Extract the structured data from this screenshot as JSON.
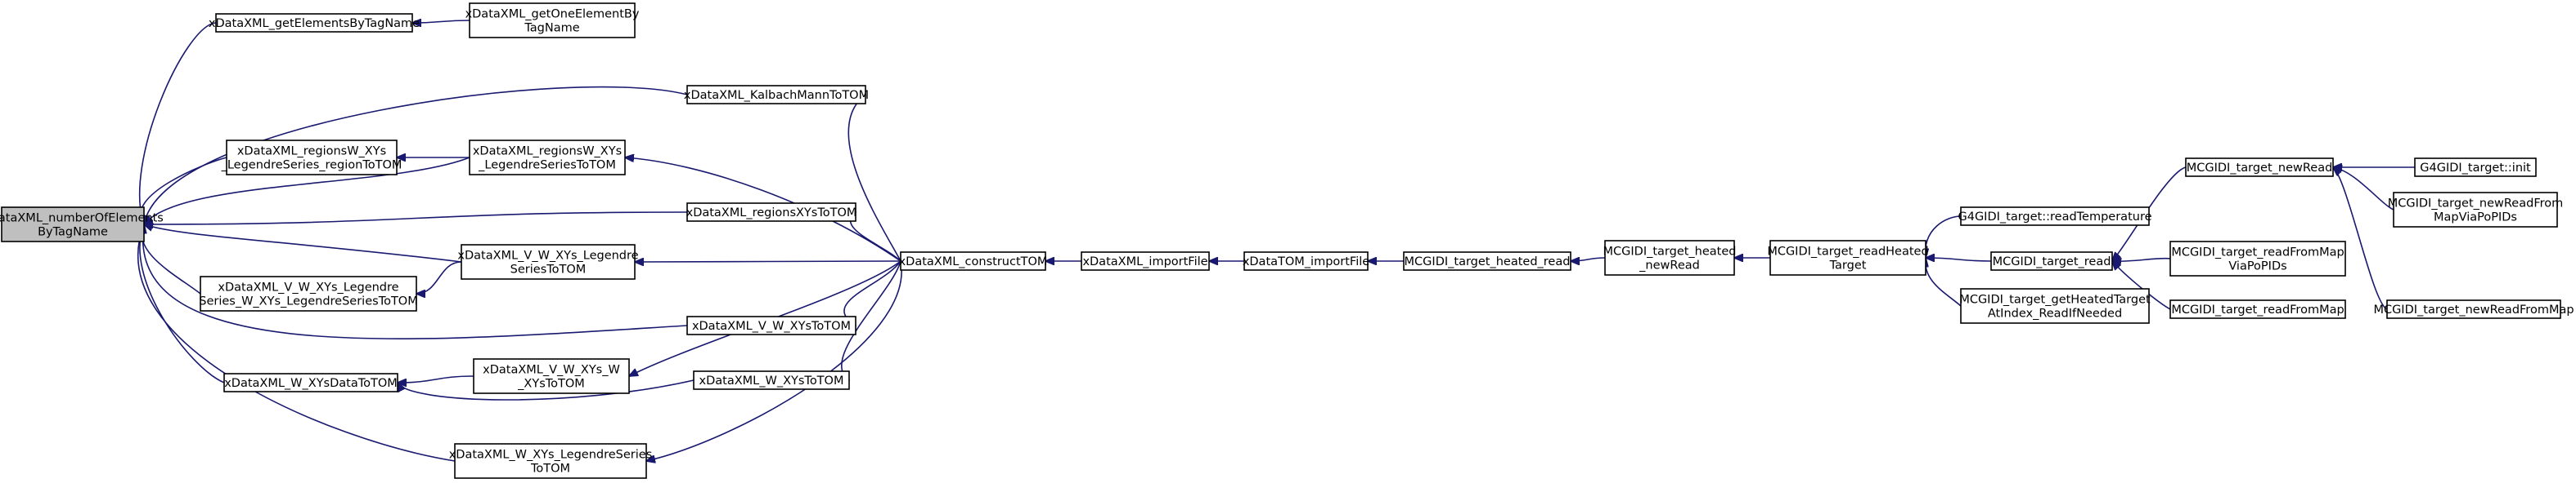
{
  "diagram": {
    "type": "call-graph",
    "colors": {
      "edge": "#191970",
      "root_fill": "#bfbfbf",
      "node_fill": "#ffffff",
      "node_border": "#000000"
    },
    "nodes": [
      {
        "id": "numberOfElementsByTagName",
        "lines": [
          "xDataXML_numberOfElements",
          "ByTagName"
        ],
        "root": true
      },
      {
        "id": "getElementsByTagName",
        "lines": [
          "xDataXML_getElementsByTagName"
        ]
      },
      {
        "id": "getOneElementByTagName",
        "lines": [
          "xDataXML_getOneElementBy",
          "TagName"
        ]
      },
      {
        "id": "KalbachMannToTOM",
        "lines": [
          "xDataXML_KalbachMannToTOM"
        ]
      },
      {
        "id": "regionsW_XYs_LegendreSeries_regionToTOM",
        "lines": [
          "xDataXML_regionsW_XYs",
          "_LegendreSeries_regionToTOM"
        ]
      },
      {
        "id": "regionsW_XYs_LegendreSeriesToTOM",
        "lines": [
          "xDataXML_regionsW_XYs",
          "_LegendreSeriesToTOM"
        ]
      },
      {
        "id": "regionsXYsToTOM",
        "lines": [
          "xDataXML_regionsXYsToTOM"
        ]
      },
      {
        "id": "V_W_XYs_LegendreSeriesToTOM",
        "lines": [
          "xDataXML_V_W_XYs_Legendre",
          "SeriesToTOM"
        ]
      },
      {
        "id": "V_W_XYs_LegendreSeries_W_XYs_LegendreSeriesToTOM",
        "lines": [
          "xDataXML_V_W_XYs_Legendre",
          "Series_W_XYs_LegendreSeriesToTOM"
        ]
      },
      {
        "id": "V_W_XYsToTOM",
        "lines": [
          "xDataXML_V_W_XYsToTOM"
        ]
      },
      {
        "id": "W_XYsDataToTOM",
        "lines": [
          "xDataXML_W_XYsDataToTOM"
        ]
      },
      {
        "id": "V_W_XYs_W_XYsToTOM",
        "lines": [
          "xDataXML_V_W_XYs_W",
          "_XYsToTOM"
        ]
      },
      {
        "id": "W_XYsToTOM",
        "lines": [
          "xDataXML_W_XYsToTOM"
        ]
      },
      {
        "id": "W_XYs_LegendreSeriesToTOM",
        "lines": [
          "xDataXML_W_XYs_LegendreSeries",
          "ToTOM"
        ]
      },
      {
        "id": "constructTOM",
        "lines": [
          "xDataXML_constructTOM"
        ]
      },
      {
        "id": "importFile",
        "lines": [
          "xDataXML_importFile"
        ]
      },
      {
        "id": "xDataTOM_importFile",
        "lines": [
          "xDataTOM_importFile"
        ]
      },
      {
        "id": "heated_read",
        "lines": [
          "MCGIDI_target_heated_read"
        ]
      },
      {
        "id": "heated_newRead",
        "lines": [
          "MCGIDI_target_heated",
          "_newRead"
        ]
      },
      {
        "id": "readHeatedTarget",
        "lines": [
          "MCGIDI_target_readHeated",
          "Target"
        ]
      },
      {
        "id": "G4GIDI_readTemperature",
        "lines": [
          "G4GIDI_target::readTemperature"
        ]
      },
      {
        "id": "target_read",
        "lines": [
          "MCGIDI_target_read"
        ]
      },
      {
        "id": "getHeatedTargetAtIndex",
        "lines": [
          "MCGIDI_target_getHeatedTarget",
          "AtIndex_ReadIfNeeded"
        ]
      },
      {
        "id": "newRead",
        "lines": [
          "MCGIDI_target_newRead"
        ]
      },
      {
        "id": "readFromMapViaPoPIDs",
        "lines": [
          "MCGIDI_target_readFromMap",
          "ViaPoPIDs"
        ]
      },
      {
        "id": "readFromMap",
        "lines": [
          "MCGIDI_target_readFromMap"
        ]
      },
      {
        "id": "G4GIDI_init",
        "lines": [
          "G4GIDI_target::init"
        ]
      },
      {
        "id": "newReadFromMapViaPoPIDs",
        "lines": [
          "MCGIDI_target_newReadFrom",
          "MapViaPoPIDs"
        ]
      },
      {
        "id": "newReadFromMap",
        "lines": [
          "MCGIDI_target_newReadFromMap"
        ]
      }
    ],
    "edges": [
      {
        "from": "getElementsByTagName",
        "to": "numberOfElementsByTagName"
      },
      {
        "from": "getOneElementByTagName",
        "to": "getElementsByTagName"
      },
      {
        "from": "KalbachMannToTOM",
        "to": "numberOfElementsByTagName"
      },
      {
        "from": "regionsW_XYs_LegendreSeries_regionToTOM",
        "to": "numberOfElementsByTagName"
      },
      {
        "from": "regionsW_XYs_LegendreSeriesToTOM",
        "to": "regionsW_XYs_LegendreSeries_regionToTOM"
      },
      {
        "from": "regionsW_XYs_LegendreSeriesToTOM",
        "to": "numberOfElementsByTagName"
      },
      {
        "from": "regionsXYsToTOM",
        "to": "numberOfElementsByTagName"
      },
      {
        "from": "V_W_XYs_LegendreSeriesToTOM",
        "to": "numberOfElementsByTagName"
      },
      {
        "from": "V_W_XYs_LegendreSeriesToTOM",
        "to": "V_W_XYs_LegendreSeries_W_XYs_LegendreSeriesToTOM"
      },
      {
        "from": "V_W_XYs_LegendreSeries_W_XYs_LegendreSeriesToTOM",
        "to": "numberOfElementsByTagName"
      },
      {
        "from": "V_W_XYsToTOM",
        "to": "numberOfElementsByTagName"
      },
      {
        "from": "W_XYsDataToTOM",
        "to": "numberOfElementsByTagName"
      },
      {
        "from": "V_W_XYs_W_XYsToTOM",
        "to": "W_XYsDataToTOM"
      },
      {
        "from": "W_XYsToTOM",
        "to": "W_XYsDataToTOM"
      },
      {
        "from": "W_XYs_LegendreSeriesToTOM",
        "to": "numberOfElementsByTagName"
      },
      {
        "from": "constructTOM",
        "to": "KalbachMannToTOM"
      },
      {
        "from": "constructTOM",
        "to": "regionsW_XYs_LegendreSeriesToTOM"
      },
      {
        "from": "constructTOM",
        "to": "regionsXYsToTOM"
      },
      {
        "from": "constructTOM",
        "to": "V_W_XYs_LegendreSeriesToTOM"
      },
      {
        "from": "constructTOM",
        "to": "V_W_XYsToTOM"
      },
      {
        "from": "constructTOM",
        "to": "V_W_XYs_W_XYsToTOM"
      },
      {
        "from": "constructTOM",
        "to": "W_XYsToTOM"
      },
      {
        "from": "constructTOM",
        "to": "W_XYs_LegendreSeriesToTOM"
      },
      {
        "from": "importFile",
        "to": "constructTOM"
      },
      {
        "from": "xDataTOM_importFile",
        "to": "importFile"
      },
      {
        "from": "heated_read",
        "to": "xDataTOM_importFile"
      },
      {
        "from": "heated_newRead",
        "to": "heated_read"
      },
      {
        "from": "readHeatedTarget",
        "to": "heated_newRead"
      },
      {
        "from": "G4GIDI_readTemperature",
        "to": "readHeatedTarget"
      },
      {
        "from": "target_read",
        "to": "readHeatedTarget"
      },
      {
        "from": "getHeatedTargetAtIndex",
        "to": "readHeatedTarget"
      },
      {
        "from": "newRead",
        "to": "target_read"
      },
      {
        "from": "readFromMapViaPoPIDs",
        "to": "target_read"
      },
      {
        "from": "readFromMap",
        "to": "target_read"
      },
      {
        "from": "G4GIDI_init",
        "to": "newRead"
      },
      {
        "from": "newReadFromMapViaPoPIDs",
        "to": "newRead"
      },
      {
        "from": "newReadFromMap",
        "to": "newRead"
      }
    ]
  }
}
